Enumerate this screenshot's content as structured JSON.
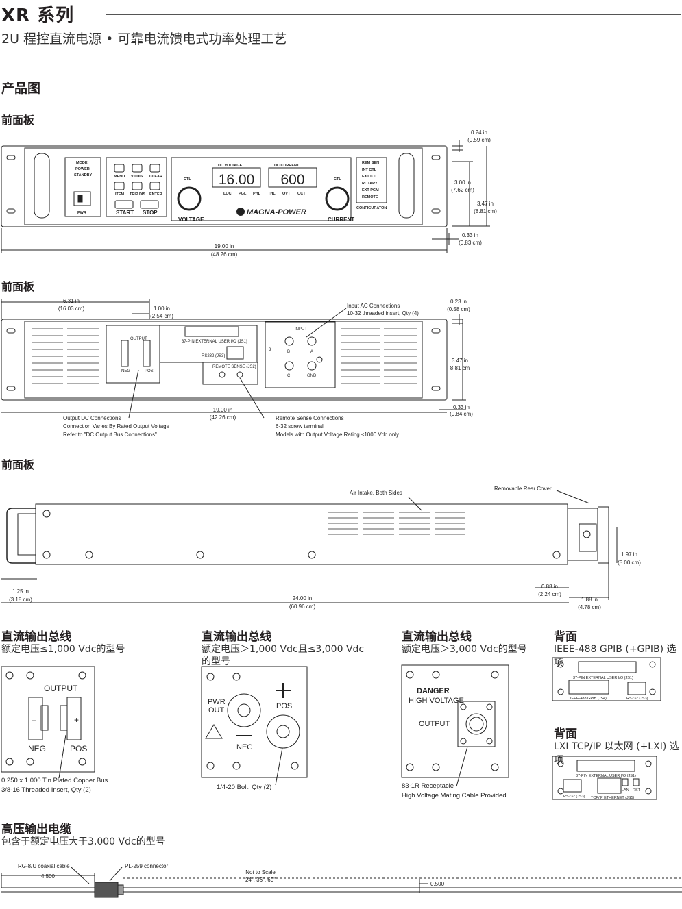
{
  "header": {
    "title": "XR 系列",
    "subtitle": "2U 程控直流电源 • 可靠电流馈电式功率处理工艺"
  },
  "sections": {
    "product_images": "产品图",
    "front_panel_1": "前面板",
    "front_panel_2": "前面板",
    "front_panel_3": "前面板"
  },
  "fp1": {
    "mode": "MODE",
    "power": "POWER",
    "standby": "STANDBY",
    "pwr": "PWR",
    "menu": "MENU",
    "vidis": "V/I DIS",
    "clear": "CLEAR",
    "item": "ITEM",
    "tripdis": "TRIP DIS",
    "enter": "ENTER",
    "start": "START",
    "stop": "STOP",
    "dcv": "DC VOLTAGE",
    "dci": "DC CURRENT",
    "vval": "16.00",
    "ival": "600",
    "loc": "LOC",
    "pgl": "PGL",
    "phl": "PHL",
    "thl": "THL",
    "ovt": "OVT",
    "oct": "OCT",
    "ctl_l": "CTL",
    "ctl_r": "CTL",
    "voltage": "VOLTAGE",
    "current": "CURRENT",
    "brand": "MAGNA-POWER",
    "rem_sen": "REM SEN",
    "int_ctl": "INT CTL",
    "ext_ctl": "EXT CTL",
    "rotary": "ROTARY",
    "ext_pgm": "EXT PGM",
    "remote": "REMOTE",
    "configuration": "CONFIGURATON",
    "d_width_in": "19.00 in",
    "d_width_cm": "(48.26 cm)",
    "d_top_in": "0.24 in",
    "d_top_cm": "(0.59 cm)",
    "d_h1_in": "3.00 in",
    "d_h1_cm": "(7.62 cm)",
    "d_h2_in": "3.47 in",
    "d_h2_cm": "(8.81 cm)",
    "d_bot_in": "0.33 in",
    "d_bot_cm": "(0.83 cm)"
  },
  "fp2": {
    "d_a_in": "6.31 in",
    "d_a_cm": "(16.03 cm)",
    "d_b_in": "1.00 in",
    "d_b_cm": "(2.54 cm)",
    "input_ac": "Input AC Connections",
    "input_ac2": "10-32 threaded insert, Qty (4)",
    "d_top_in": "0.23 in",
    "d_top_cm": "(0.58 cm)",
    "d_h_in": "3.47 in",
    "d_h_cm": "8.81 cm",
    "d_bot_in": "0.33 in",
    "d_bot_cm": "(0.84 cm)",
    "d_w_in": "19.00 in",
    "d_w_cm": "(42.26 cm)",
    "output": "OUTPUT",
    "neg": "NEG",
    "pos": "POS",
    "js1": "37-PIN EXTERNAL USER I/O (JS1)",
    "rs232": "RS232 (JS3)",
    "remote_sense": "REMOTE SENSE (JS2)",
    "input": "INPUT",
    "b": "B",
    "a": "A",
    "c": "C",
    "gnd": "GND",
    "three": "3",
    "out_dc1": "Output DC Connections",
    "out_dc2": "Connection Varies By Rated Output Voltage",
    "out_dc3": "Refer to \"DC Output Bus Connections\"",
    "rs1": "Remote Sense Connections",
    "rs2": "6-32 screw terminal",
    "rs3": "Models with Output Voltage Rating ≤1000 Vdc only"
  },
  "side": {
    "air": "Air Intake, Both Sides",
    "cover": "Removable Rear Cover",
    "d_h_in": "1.97 in",
    "d_h_cm": "(5.00 cm)",
    "d_l_in": "1.25 in",
    "d_l_cm": "(3.18 cm)",
    "d_len_in": "24.00 in",
    "d_len_cm": "(60.96 cm)",
    "d_r1_in": "0.88 in",
    "d_r1_cm": "(2.24 cm)",
    "d_r2_in": "1.88 in",
    "d_r2_cm": "(4.78 cm)"
  },
  "bus1": {
    "title": "直流输出总线",
    "desc": "额定电压≤1,000 Vdc的型号",
    "output": "OUTPUT",
    "neg": "NEG",
    "pos": "POS",
    "minus": "–",
    "plus": "+",
    "cap1": "0.250 x 1.000 Tin Plated Copper Bus",
    "cap2": "3/8-16 Threaded Insert, Qty (2)"
  },
  "bus2": {
    "title": "直流输出总线",
    "desc1": "额定电压＞1,000 Vdc且≤3,000 Vdc",
    "desc2": "的型号",
    "pwr": "PWR",
    "out": "OUT",
    "pos": "POS",
    "neg": "NEG",
    "cap": "1/4-20 Bolt, Qty (2)"
  },
  "bus3": {
    "title": "直流输出总线",
    "desc": "额定电压＞3,000 Vdc的型号",
    "danger": "DANGER",
    "hv": "HIGH VOLTAGE",
    "output": "OUTPUT",
    "cap1": "83-1R Receptacle",
    "cap2": "High Voltage Mating Cable Provided"
  },
  "rear1": {
    "title": "背面",
    "desc": "IEEE-488 GPIB (+GPIB) 选项",
    "js1": "37-PIN EXTERNAL USER I/O (JS1)",
    "gpib": "IEEE-488 GPIB (JS4)",
    "rs232": "RS232 (JS3)"
  },
  "rear2": {
    "title": "背面",
    "desc": "LXI TCP/IP 以太网 (+LXI) 选项",
    "js1": "37-PIN EXTERNAL USER I/O (JS1)",
    "lan": "LAN",
    "rst": "RST",
    "rs232": "RS232 (JS3)",
    "eth": "TCP/IP ETHERNET (JS5)"
  },
  "cable": {
    "title": "高压输出电缆",
    "desc": "包含于额定电压大于3,000 Vdc的型号",
    "rg": "RG-8/U coaxial cable",
    "pl": "PL-259 connector",
    "d45": "4.500",
    "scale": "Not to Scale",
    "lengths": "24\", 36\", 60\"",
    "d05": "0.500"
  }
}
